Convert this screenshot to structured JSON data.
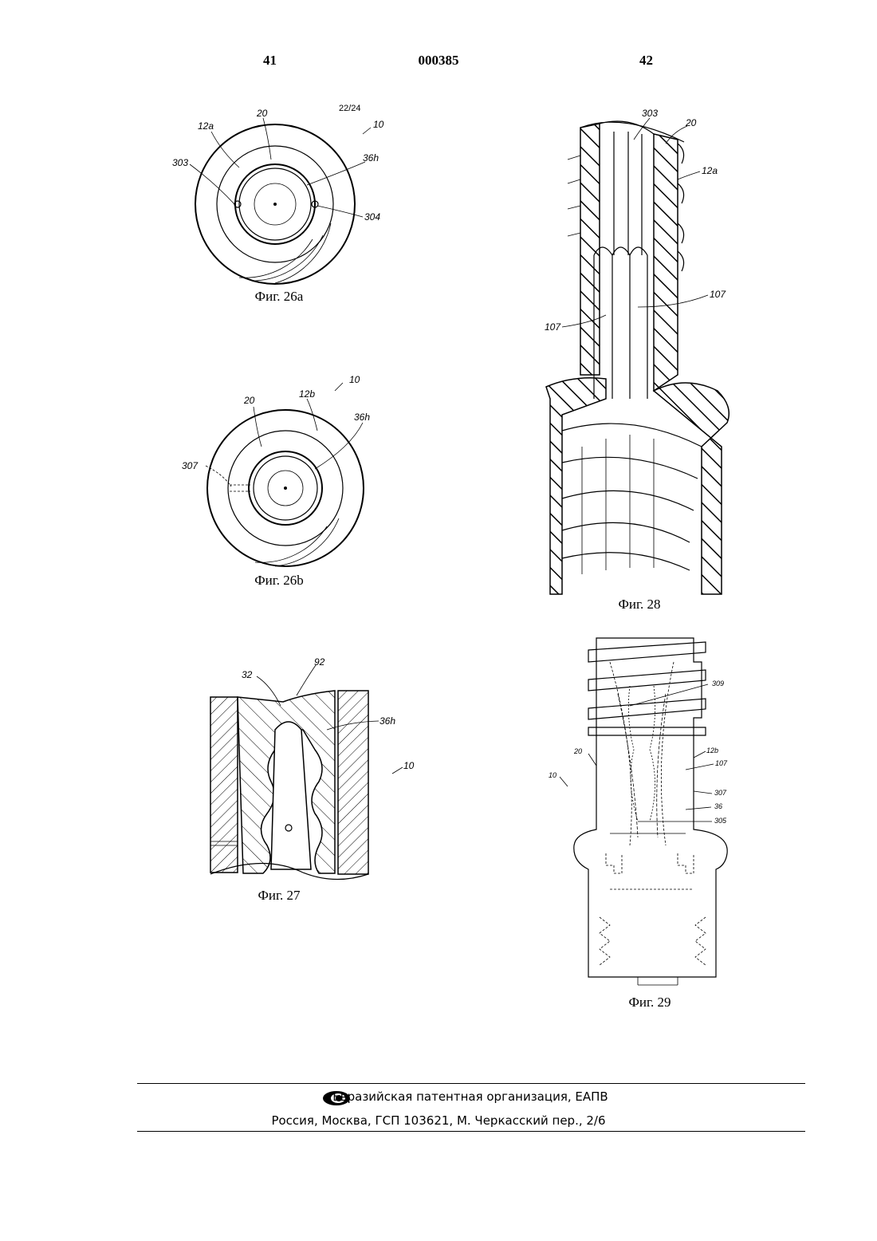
{
  "header": {
    "left_page": "41",
    "doc_number": "000385",
    "right_page": "42"
  },
  "sheet_number": "22/24",
  "figures": {
    "fig26a": {
      "caption": "Фиг. 26а",
      "labels": [
        "20",
        "12a",
        "10",
        "303",
        "36h",
        "304"
      ]
    },
    "fig26b": {
      "caption": "Фиг. 26b",
      "labels": [
        "10",
        "20",
        "12b",
        "36h",
        "307"
      ]
    },
    "fig27": {
      "caption": "Фиг. 27",
      "labels": [
        "32",
        "92",
        "36h",
        "10"
      ]
    },
    "fig28": {
      "caption": "Фиг. 28",
      "labels": [
        "303",
        "20",
        "12a",
        "107",
        "107"
      ]
    },
    "fig29": {
      "caption": "Фиг. 29",
      "labels": [
        "309",
        "20",
        "12b",
        "107",
        "10",
        "307",
        "36",
        "305"
      ]
    }
  },
  "footer": {
    "organization": "Евразийская патентная организация, ЕАПВ",
    "address": "Россия, Москва, ГСП 103621, М. Черкасский пер., 2/6"
  }
}
